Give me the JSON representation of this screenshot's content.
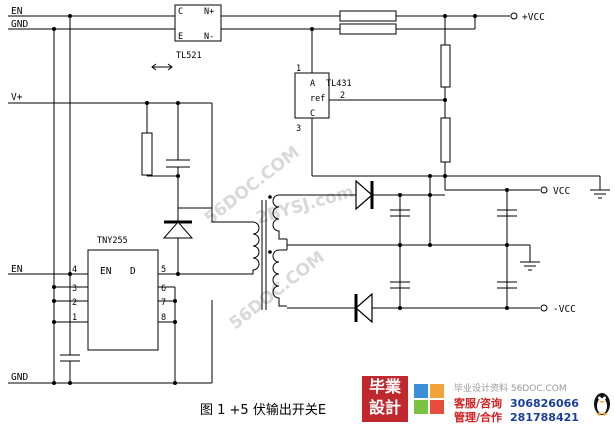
{
  "labels": {
    "en_top": "EN",
    "gnd_top": "GND",
    "v_plus": "V+",
    "en_mid": "EN",
    "gnd_bottom": "GND",
    "vcc_plus": "+VCC",
    "vcc": "VCC",
    "vcc_minus": "-VCC"
  },
  "components": {
    "optocoupler": {
      "name": "TL521",
      "pin_c": "C",
      "pin_e": "E",
      "pin_np": "N+",
      "pin_nm": "N-"
    },
    "regulator": {
      "name": "TL431",
      "pin_a": "A",
      "pin_ref": "ref",
      "pin_c": "C",
      "pin1": "1",
      "pin2": "2",
      "pin3": "3"
    },
    "switcher": {
      "name": "TNY255",
      "pin_en": "EN",
      "pin_d": "D",
      "pins_left": [
        "4",
        "3",
        "2",
        "1"
      ],
      "pins_right": [
        "5",
        "6",
        "7",
        "8"
      ]
    }
  },
  "caption": "图 1  +5 伏输出开关E",
  "watermarks": [
    "56DOC.COM",
    "2BYSJ.com",
    "56DOC.COM"
  ],
  "footer": {
    "logo_line1": "毕業",
    "logo_line2": "設計",
    "site_text": "毕业设计资料 56DOC.COM",
    "service_label": "客服/咨询",
    "service_number": "306826066",
    "manage_label": "管理/合作",
    "manage_number": "281788421"
  },
  "colors": {
    "ink": "#000000",
    "watermark": "#d9d9d9",
    "brand_red": "#c0282d",
    "number_blue": "#1a3e9a"
  }
}
